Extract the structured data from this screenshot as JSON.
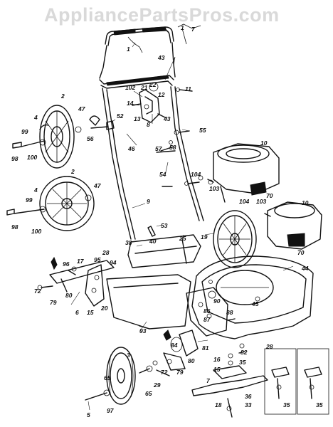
{
  "watermark": "AppliancePartsPros.com",
  "callouts": [
    "1",
    "7",
    "1",
    "43",
    "2",
    "102",
    "22",
    "21",
    "14",
    "12",
    "11",
    "13",
    "43",
    "8",
    "4",
    "47",
    "52",
    "99",
    "56",
    "55",
    "100",
    "46",
    "57",
    "58",
    "98",
    "10",
    "54",
    "104",
    "103",
    "2",
    "4",
    "47",
    "9",
    "10",
    "99",
    "104",
    "103",
    "98",
    "100",
    "53",
    "70",
    "70",
    "19",
    "38",
    "40",
    "25",
    "17",
    "96",
    "28",
    "95",
    "94",
    "44",
    "72",
    "80",
    "79",
    "6",
    "15",
    "20",
    "90",
    "86",
    "87",
    "88",
    "45",
    "93",
    "84",
    "81",
    "28",
    "82",
    "3",
    "80",
    "72",
    "79",
    "16",
    "15",
    "35",
    "29",
    "65",
    "65",
    "36",
    "7",
    "18",
    "33",
    "35",
    "35",
    "5",
    "97"
  ]
}
